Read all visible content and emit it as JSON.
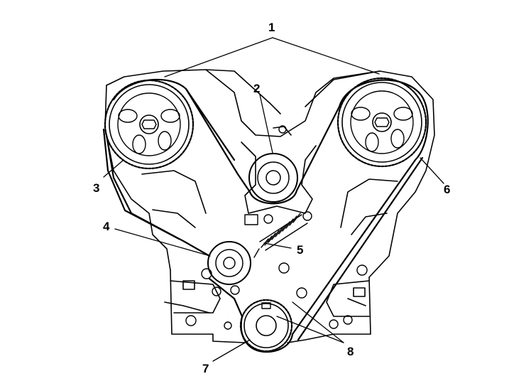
{
  "diagram": {
    "callouts": [
      {
        "id": "1",
        "text": "1"
      },
      {
        "id": "2",
        "text": "2"
      },
      {
        "id": "3",
        "text": "3"
      },
      {
        "id": "4",
        "text": "4"
      },
      {
        "id": "5",
        "text": "5"
      },
      {
        "id": "6",
        "text": "6"
      },
      {
        "id": "7",
        "text": "7"
      },
      {
        "id": "8",
        "text": "8"
      }
    ],
    "colors": {
      "ink": "#000000",
      "paper": "#ffffff"
    }
  }
}
